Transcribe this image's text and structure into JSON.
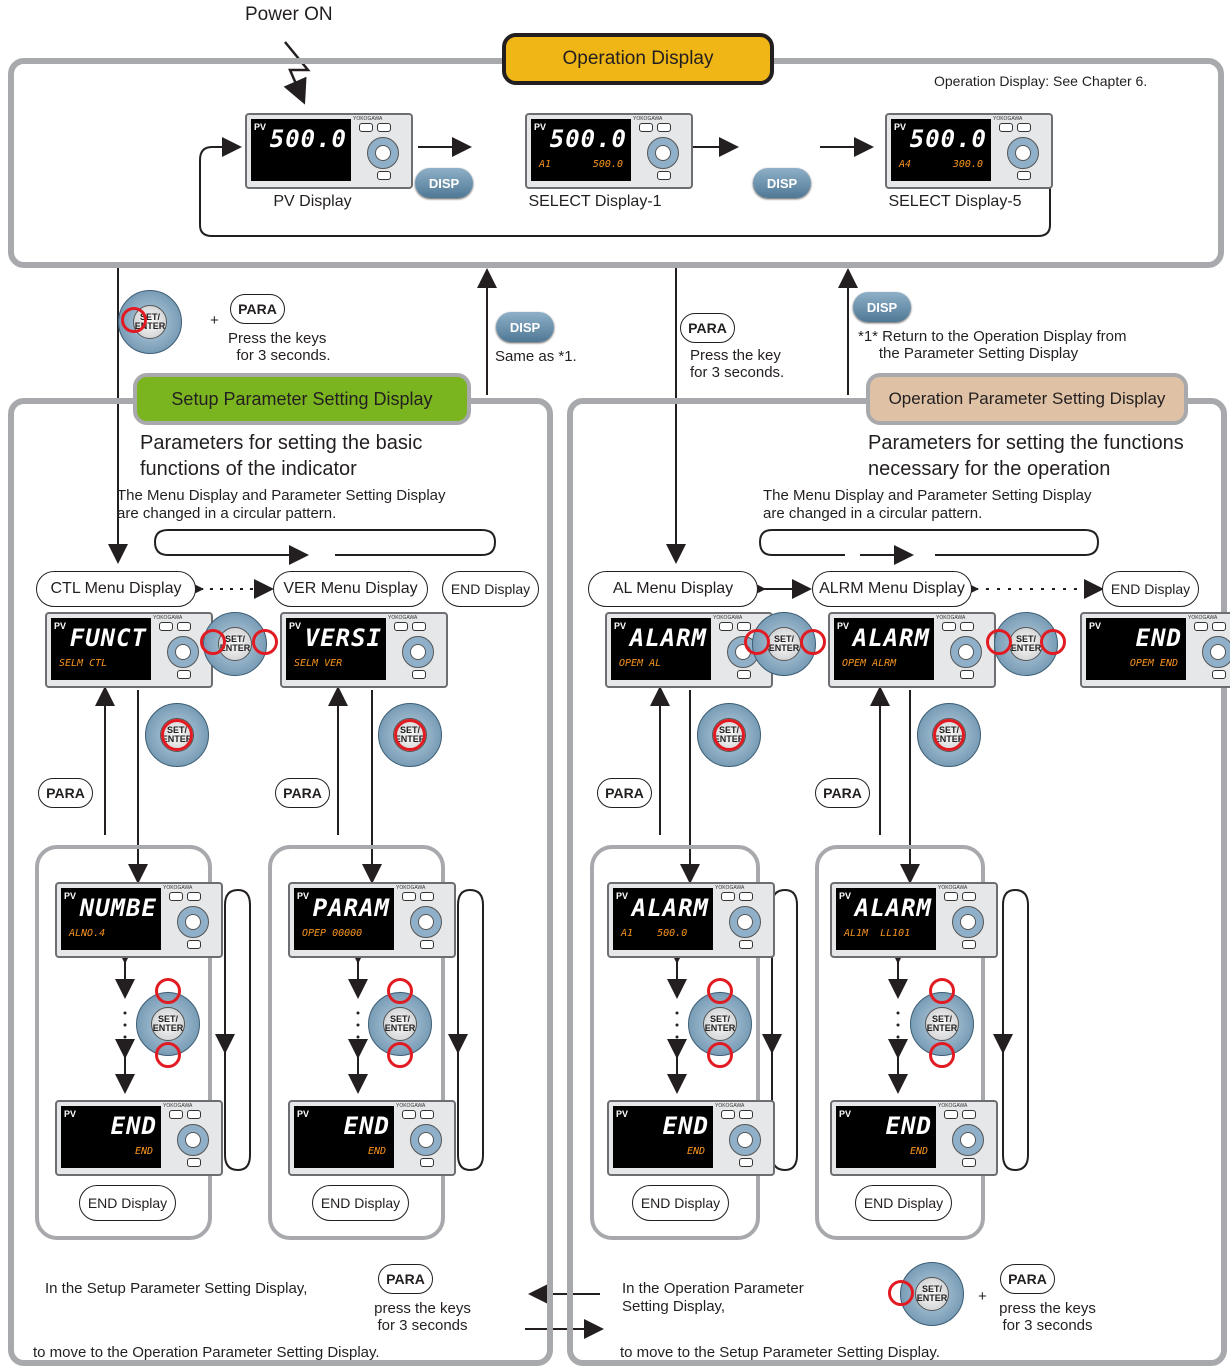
{
  "power_on": "Power ON",
  "operation_display": {
    "title": "Operation Display",
    "note": "Operation Display: See Chapter 6.",
    "screens": [
      {
        "label": "PV Display",
        "pv": "PV",
        "main": "500.0",
        "sub_left": "",
        "sub_right": ""
      },
      {
        "label": "SELECT Display-1",
        "pv": "PV",
        "main": "500.0",
        "sub_left": "A1",
        "sub_right": "500.0"
      },
      {
        "label": "SELECT Display-5",
        "pv": "PV",
        "main": "500.0",
        "sub_left": "A4",
        "sub_right": "300.0"
      }
    ],
    "disp_key": "DISP"
  },
  "keys": {
    "para": "PARA",
    "disp": "DISP",
    "set_enter": "SET/ ENTER",
    "brand": "YOKOGAWA"
  },
  "left_path": {
    "plus": "+",
    "press_keys": "Press the keys\nfor 3 seconds.",
    "same_as": "Same as *1."
  },
  "right_path": {
    "press_key": "Press the key\nfor 3 seconds.",
    "return_note": "*1* Return to the Operation Display from\n     the Parameter Setting Display"
  },
  "setup": {
    "title": "Setup Parameter Setting Display",
    "desc": "Parameters for setting the basic\nfunctions of the indicator",
    "circular": "The Menu Display and Parameter Setting Display\nare changed in a circular pattern.",
    "menus": [
      "CTL Menu Display",
      "VER Menu Display",
      "END Display"
    ],
    "menu_screens": [
      {
        "pv": "PV",
        "main": "FUNCT",
        "sub": "SELM CTL"
      },
      {
        "pv": "PV",
        "main": "VERSI",
        "sub": "SELM VER"
      }
    ],
    "param_screens": [
      {
        "pv": "PV",
        "main": "NUMBE",
        "sub": "ALNO.4"
      },
      {
        "pv": "PV",
        "main": "PARAM",
        "sub": "OPEP 00000"
      }
    ],
    "end_screens": [
      {
        "pv": "PV",
        "main": "END",
        "sub": "END"
      },
      {
        "pv": "PV",
        "main": "END",
        "sub": "END"
      }
    ],
    "end_labels": [
      "END Display",
      "END Display"
    ]
  },
  "operation": {
    "title": "Operation Parameter Setting Display",
    "desc": "Parameters for setting the functions\nnecessary for the operation",
    "circular": "The Menu Display and Parameter Setting Display\nare changed in a circular pattern.",
    "menus": [
      "AL Menu Display",
      "ALRM Menu Display",
      "END Display"
    ],
    "menu_screens": [
      {
        "pv": "PV",
        "main": "ALARM",
        "sub": "OPEM AL"
      },
      {
        "pv": "PV",
        "main": "ALARM",
        "sub": "OPEM ALRM"
      },
      {
        "pv": "PV",
        "main": "END",
        "sub": "OPEM END"
      }
    ],
    "param_screens": [
      {
        "pv": "PV",
        "main": "ALARM",
        "sub": "A1    500.0"
      },
      {
        "pv": "PV",
        "main": "ALARM",
        "sub": "AL1M  LL101"
      }
    ],
    "end_screens": [
      {
        "pv": "PV",
        "main": "END",
        "sub": "END"
      },
      {
        "pv": "PV",
        "main": "END",
        "sub": "END"
      }
    ],
    "end_labels": [
      "END Display",
      "END Display"
    ]
  },
  "bottom": {
    "left_line1": "In the Setup Parameter Setting Display,",
    "left_keys": "press the keys\nfor 3 seconds",
    "left_line2": "to move to the Operation Parameter Setting Display.",
    "right_line1": "In the Operation Parameter\nSetting Display,",
    "right_plus": "+",
    "right_keys": "press the keys\nfor 3 seconds",
    "right_line2": "to move to the Setup Parameter Setting Display."
  },
  "colors": {
    "operation_title": "#f0b615",
    "setup_title": "#7ab41f",
    "operation_param_title": "#dfc2a5",
    "frame": "#a7a9ac",
    "red_ring": "#e21b23"
  }
}
